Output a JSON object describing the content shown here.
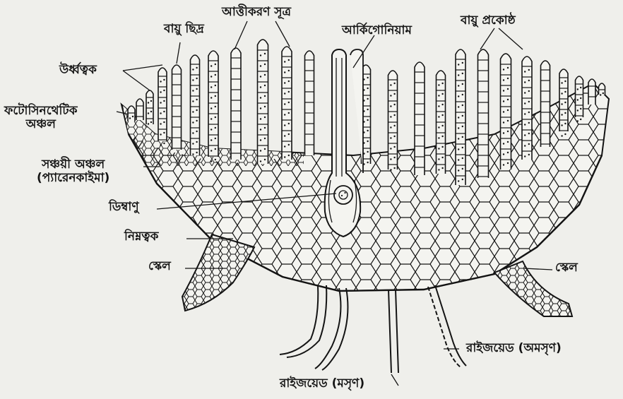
{
  "diagram": {
    "colors": {
      "background": "#efefeb",
      "ink": "#141414"
    },
    "labels": {
      "air_pore": "বায়ু ছিদ্র",
      "assimilatory_filament": "আত্তীকরণ সূত্র",
      "archegonium": "আর্কিগোনিয়াম",
      "air_chamber": "বায়ু প্রকোষ্ঠ",
      "upper_epidermis": "উর্ধ্বত্বক",
      "photosynthetic_zone_line1": "ফটোসিনথেটিক",
      "photosynthetic_zone_line2": "অঞ্চল",
      "storage_zone_line1": "সঞ্চয়ী অঞ্চল",
      "storage_zone_line2": "(প্যারেনকাইমা)",
      "egg": "ডিম্বাণু",
      "lower_epidermis": "নিম্নত্বক",
      "scale_left": "স্কেল",
      "scale_right": "স্কেল",
      "rhizoid_tuberculate": "রাইজয়েড (অমসৃণ)",
      "rhizoid_smooth": "রাইজয়েড (মসৃণ)"
    }
  }
}
